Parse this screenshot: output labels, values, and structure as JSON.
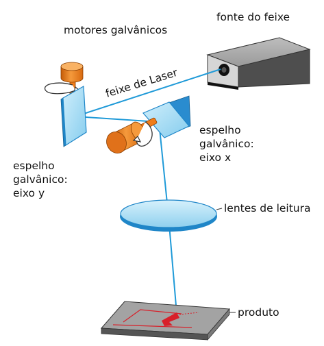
{
  "labels": {
    "galvo_motors": "motores galvânicos",
    "beam_source": "fonte do feixe",
    "laser_beam": "feixe de Laser",
    "mirror_x": [
      "espelho",
      "galvânico:",
      "eixo x"
    ],
    "mirror_y": [
      "espelho",
      "galvânico:",
      "eixo y"
    ],
    "scan_lens": "lentes de leitura",
    "product": "produto"
  },
  "colors": {
    "beam": "#1f9ad8",
    "mirror": "#9fd9f3",
    "mirror_edge": "#1f86c8",
    "motor": "#f07d1a",
    "motor_dark": "#c25a08",
    "source_body": "#6b6b6b",
    "product_top": "#a0a0a0",
    "product_mark": "#d8202a"
  }
}
